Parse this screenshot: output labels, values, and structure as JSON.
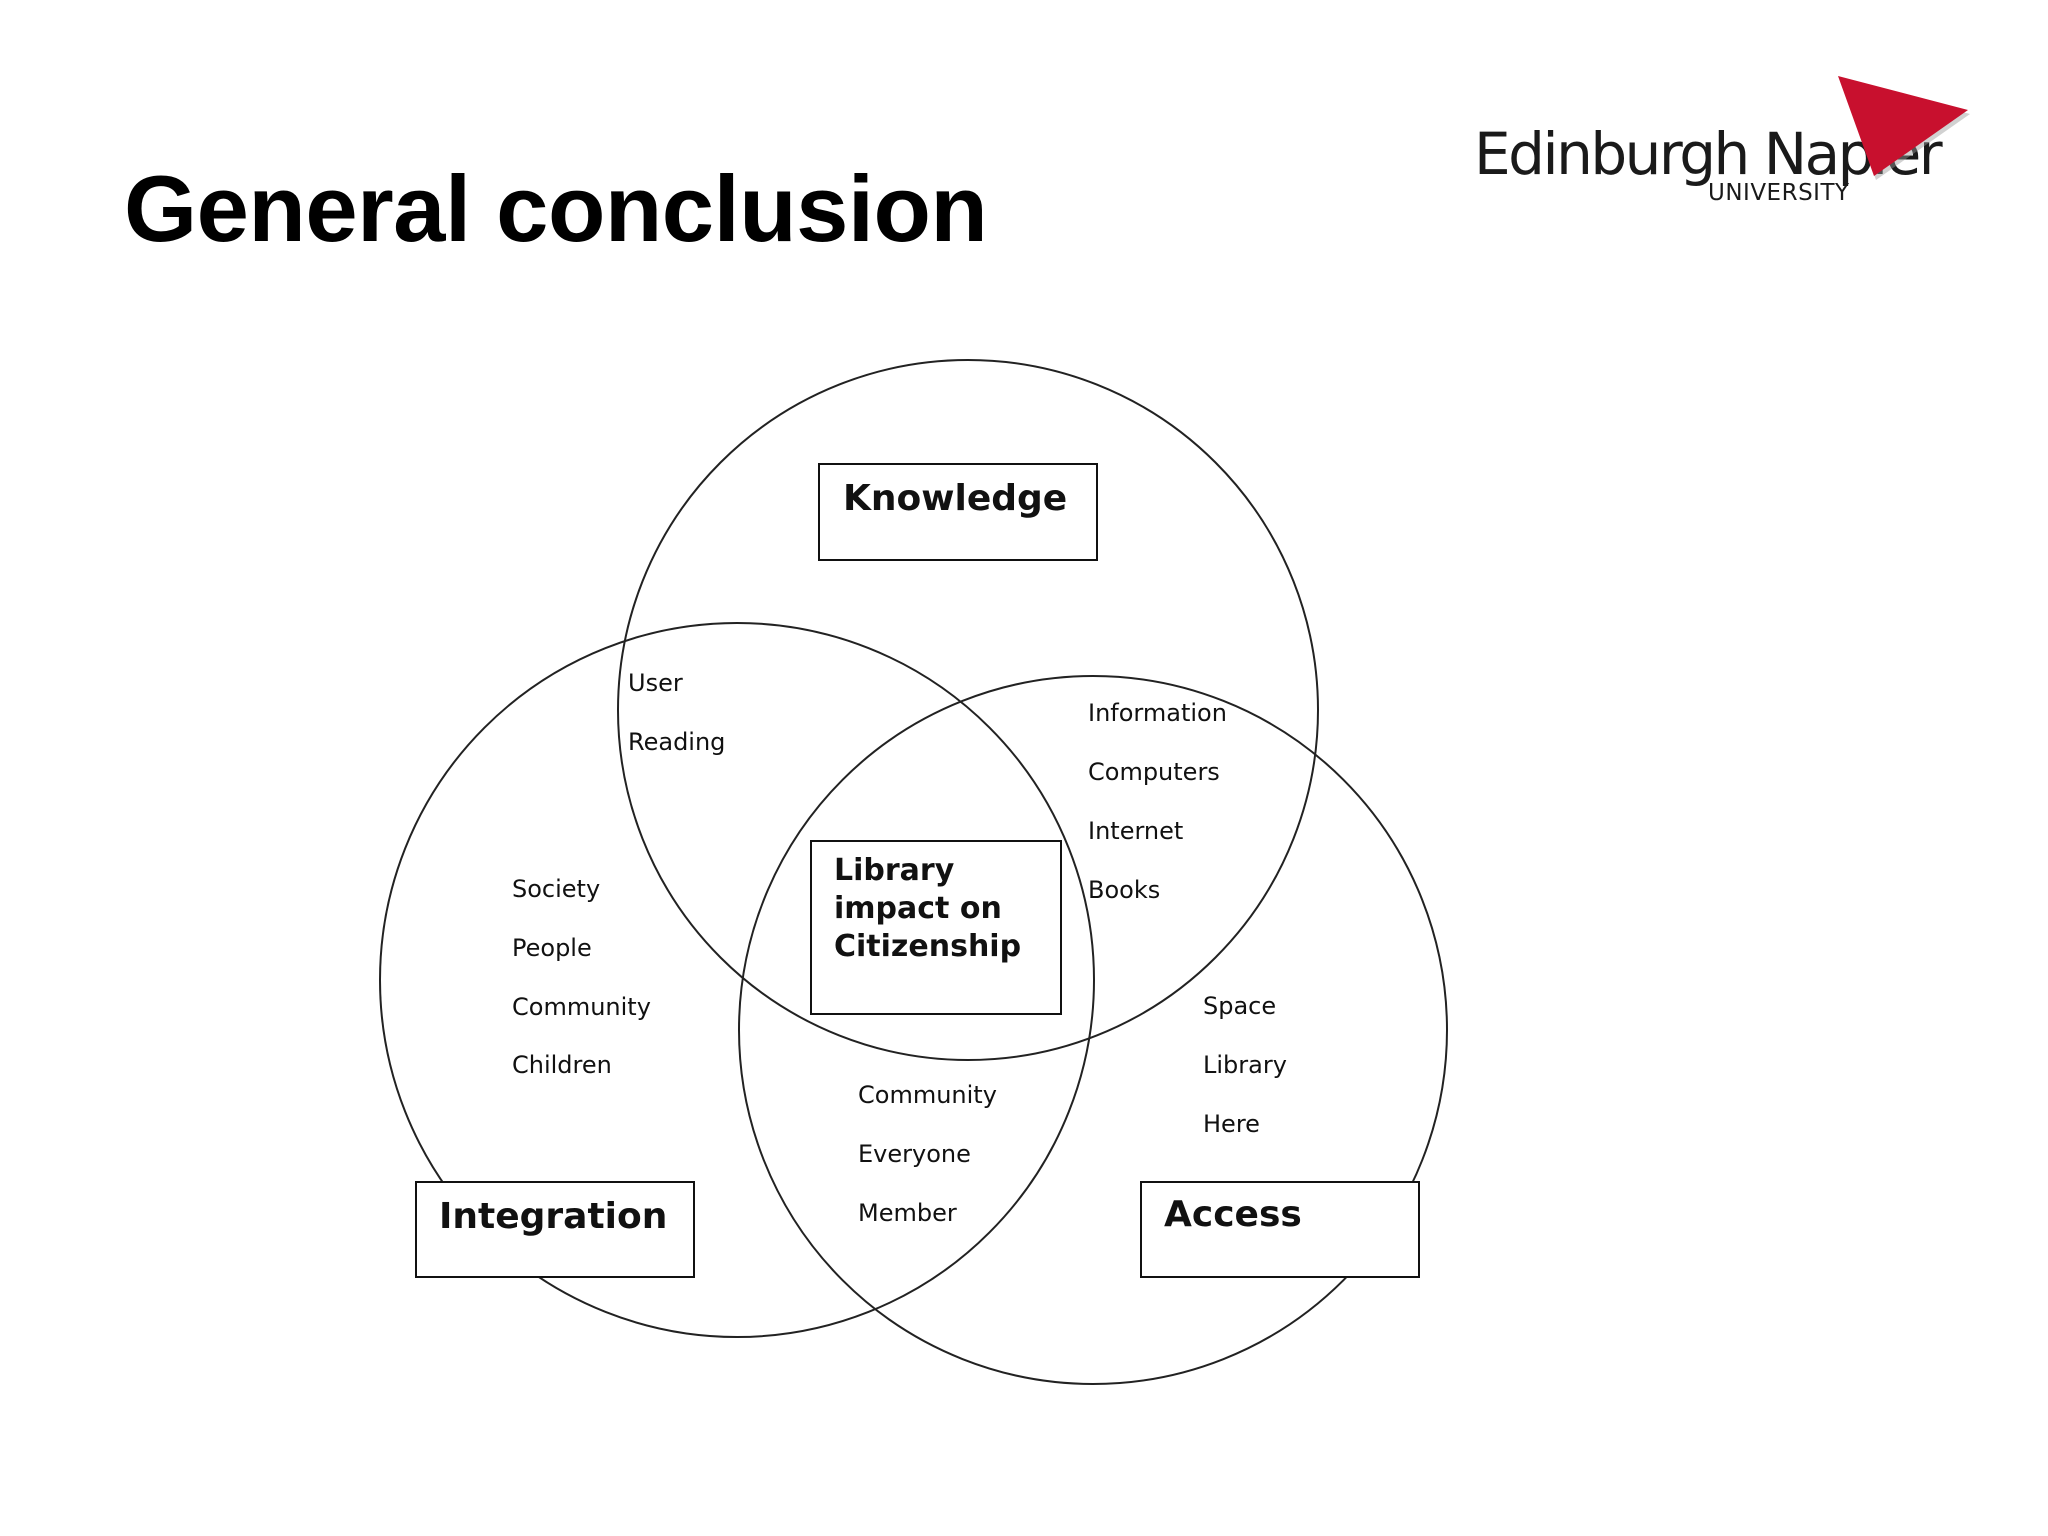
{
  "slide": {
    "title": "General conclusion"
  },
  "logo": {
    "name": "Edinburgh Napier",
    "sub": "UNIVERSITY",
    "accent_color": "#c8102e"
  },
  "venn": {
    "sets": {
      "knowledge": "Knowledge",
      "integration": "Integration",
      "access": "Access"
    },
    "center_lines": [
      "Library",
      "impact on",
      "Citizenship"
    ],
    "regions": {
      "knowledge_integration": [
        "User",
        "Reading"
      ],
      "knowledge_access": [
        "Information",
        "Computers",
        "Internet",
        "Books"
      ],
      "integration_only": [
        "Society",
        "People",
        "Community",
        "Children"
      ],
      "integration_access": [
        "Community",
        "Everyone",
        "Member"
      ],
      "access_only": [
        "Space",
        "Library",
        "Here"
      ]
    }
  }
}
